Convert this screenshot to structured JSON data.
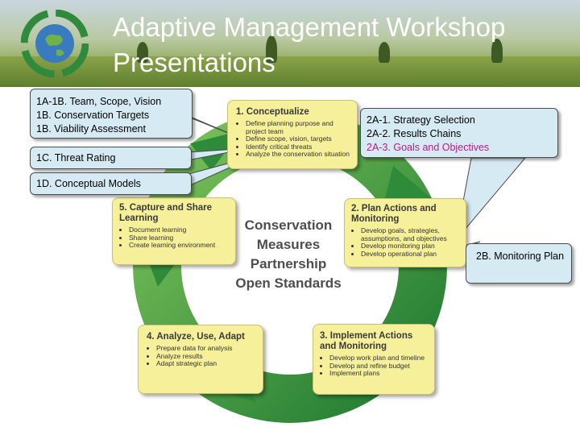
{
  "title": "Adaptive Management Workshop Presentations",
  "callouts": {
    "left_top": [
      "1A-1B. Team, Scope, Vision",
      "1B. Conservation Targets",
      "1B. Viability Assessment"
    ],
    "threat": "1C. Threat Rating",
    "models": "1D. Conceptual Models",
    "right_top": [
      "2A-1. Strategy Selection",
      "2A-2. Results Chains",
      "2A-3. Goals and Objectives"
    ],
    "monitoring": "2B. Monitoring Plan"
  },
  "center": [
    "Conservation",
    "Measures",
    "Partnership",
    "Open Standards"
  ],
  "steps": [
    {
      "title": "1. Conceptualize",
      "items": [
        "Define planning purpose and project team",
        "Define scope, vision, targets",
        "Identify critical threats",
        "Analyze the conservation situation"
      ]
    },
    {
      "title": "2. Plan Actions and Monitoring",
      "items": [
        "Develop goals, strategies, assumptions, and objectives",
        "Develop monitoring plan",
        "Develop operational plan"
      ]
    },
    {
      "title": "3. Implement Actions and Monitoring",
      "items": [
        "Develop work plan and timeline",
        "Develop and refine budget",
        "Implement plans"
      ]
    },
    {
      "title": "4. Analyze, Use, Adapt",
      "items": [
        "Prepare data for analysis",
        "Analyze results",
        "Adapt strategic plan"
      ]
    },
    {
      "title": "5. Capture and Share Learning",
      "items": [
        "Document learning",
        "Share learning",
        "Create learning environment"
      ]
    }
  ],
  "colors": {
    "cycle_green": "#2e8b3a",
    "card_yellow": "#f6f09a",
    "callout_blue": "#d6eaf4",
    "highlight": "#c0148c"
  }
}
